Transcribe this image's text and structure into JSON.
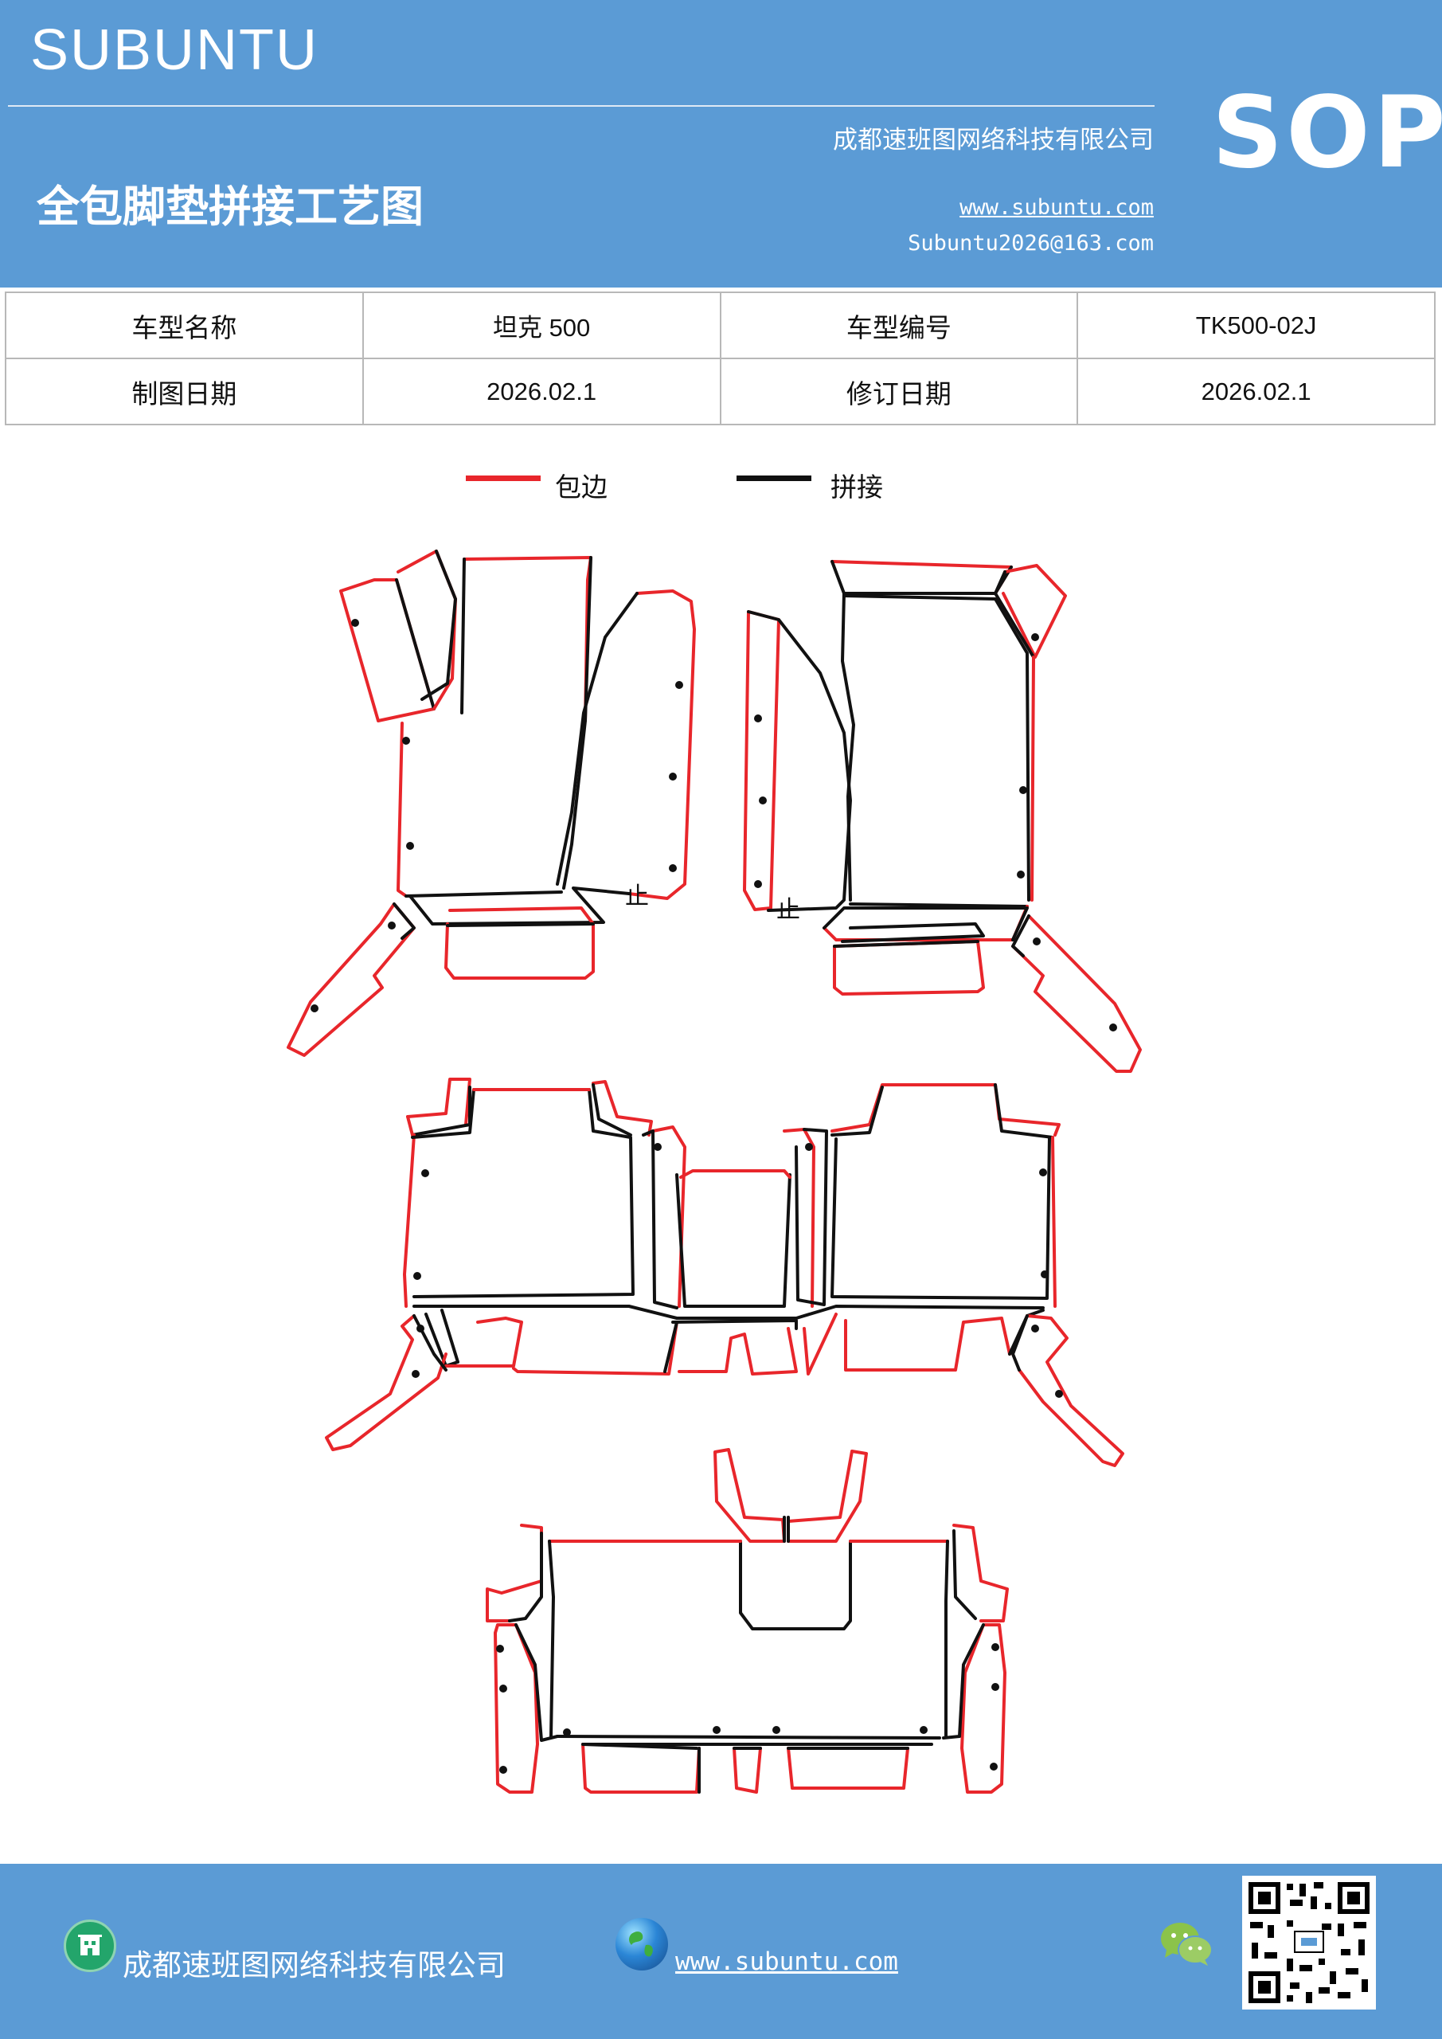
{
  "header": {
    "brand": "SUBUNTU",
    "badge": "SOP",
    "company": "成都速班图网络科技有限公司",
    "title": "全包脚垫拼接工艺图",
    "website": "www.subuntu.com",
    "email": "Subuntu2026@163.com"
  },
  "info_table": {
    "row1": {
      "label1": "车型名称",
      "value1": "坦克 500",
      "label2": "车型编号",
      "value2": "TK500-02J"
    },
    "row2": {
      "label1": "制图日期",
      "value1": "2026.02.1",
      "label2": "修订日期",
      "value2": "2026.02.1"
    }
  },
  "legend": {
    "edge": {
      "label": "包边",
      "color": "#e8262b"
    },
    "splice": {
      "label": "拼接",
      "color": "#111111"
    }
  },
  "footer": {
    "company": "成都速班图网络科技有限公司",
    "website": "www.subuntu.com",
    "icons": [
      "building-icon",
      "globe-icon",
      "wechat-icon",
      "qr-code"
    ]
  },
  "colors": {
    "header_bg": "#5b9bd5",
    "edge": "#e8262b",
    "splice": "#111111"
  }
}
